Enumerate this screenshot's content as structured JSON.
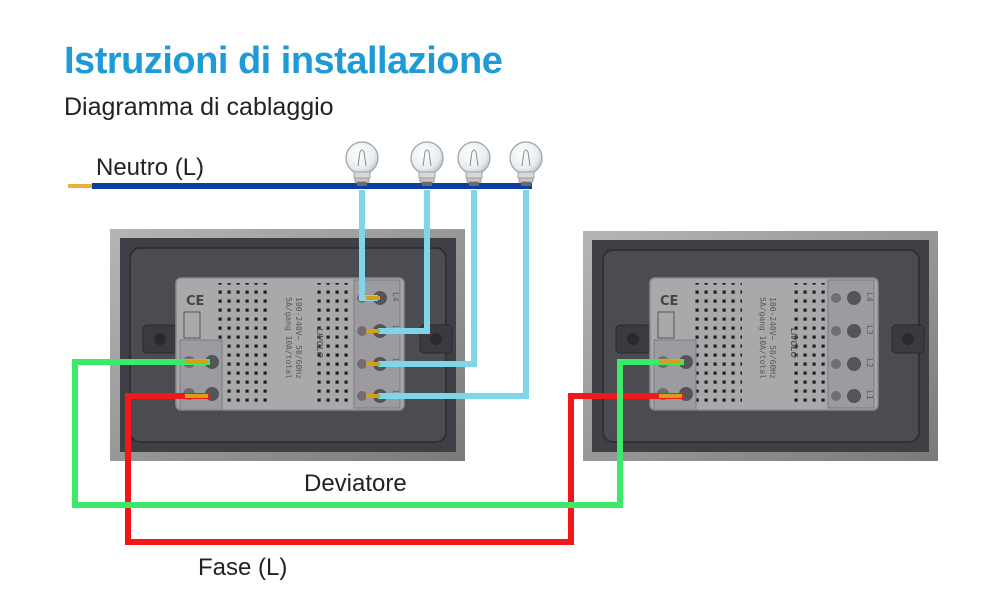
{
  "header": {
    "title": "Istruzioni di installazione",
    "subtitle": "Diagramma di cablaggio"
  },
  "labels": {
    "neutral": "Neutro (L)",
    "traveler": "Deviatore",
    "phase": "Fase (L)"
  },
  "switch_main": {
    "terminals": [
      "L4",
      "L3",
      "L2",
      "L1"
    ],
    "brand": "LIVOLO"
  },
  "switch_secondary": {
    "terminals": [
      "L4",
      "L3",
      "L2",
      "L1"
    ],
    "brand": "LIVOLO"
  },
  "bulb_count": 4,
  "colors": {
    "title": "#1e9ad6",
    "neutral_wire": "#0d3f9e",
    "load_wire": "#7fd6e8",
    "traveler_wire": "#3ee86a",
    "phase_wire": "#f01818",
    "faceplate": "#8c8c8c",
    "panel": "#46464c",
    "module": "#a8a8aa",
    "terminal": "#d4a017"
  }
}
